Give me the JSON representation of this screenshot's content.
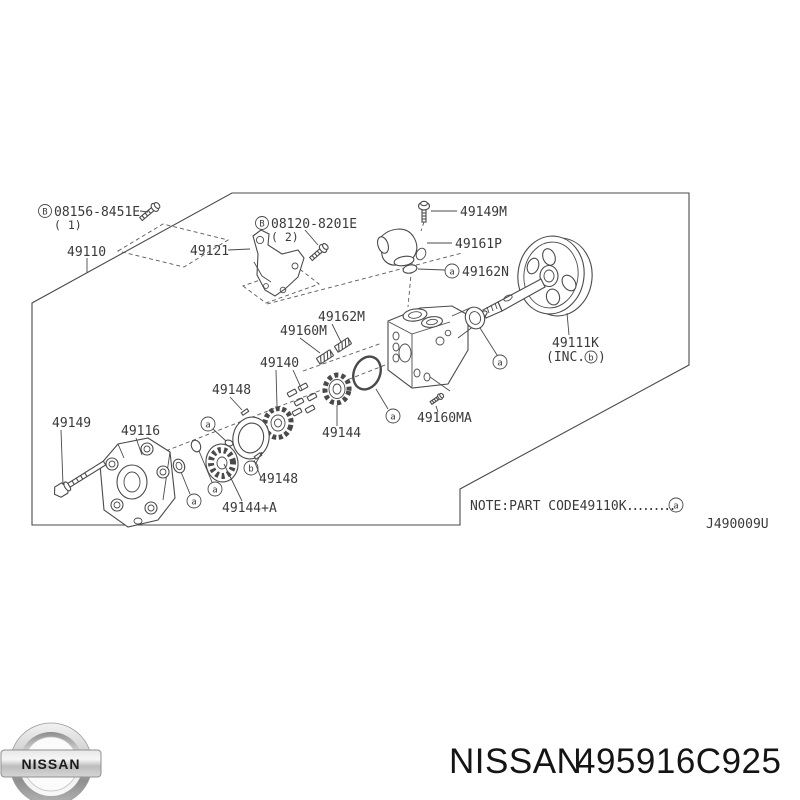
{
  "diagram": {
    "line_color": "#4a4a4a",
    "callouts": {
      "bolt_b1": {
        "prefix": "B",
        "code": "08156-8451E",
        "qty": "( 1)"
      },
      "assy": {
        "code": "49110"
      },
      "bracket": {
        "code": "49121"
      },
      "bolt_b2": {
        "prefix": "B",
        "code": "08120-8201E",
        "qty": "( 2)"
      },
      "bolt_m": {
        "code": "49149M"
      },
      "elbow": {
        "code": "49161P"
      },
      "oring_n": {
        "prefix": "a",
        "code": "49162N"
      },
      "spring_m": {
        "code": "49162M"
      },
      "spring": {
        "code": "49160M"
      },
      "rotor_kit": {
        "code": "49140"
      },
      "pin_upper": {
        "code": "49148"
      },
      "cam": {
        "code": "49144"
      },
      "screw_ma": {
        "code": "49160MA"
      },
      "pulley": {
        "code": "49111K",
        "inc_open": "(INC.",
        "inc_marker": "b",
        "inc_close": ")"
      },
      "bolt_long": {
        "code": "49149"
      },
      "front_body": {
        "code": "49116"
      },
      "pin_lower": {
        "code": "49148"
      },
      "bearing_kit": {
        "code": "49144+A"
      }
    },
    "markers": {
      "a": "a",
      "b": "b",
      "bp": "B"
    },
    "note": {
      "text": "NOTE:PART CODE49110K",
      "dots": ".........",
      "marker": "a"
    },
    "ref_code": "J490009U"
  },
  "footer": {
    "logo_text": "NISSAN",
    "brand": "NISSAN",
    "part_number": "495916C925"
  }
}
